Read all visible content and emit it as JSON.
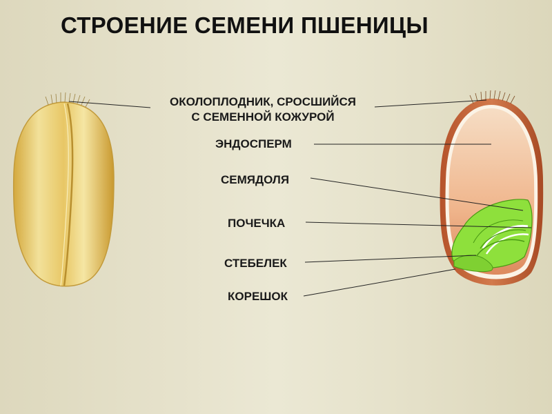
{
  "title": "СТРОЕНИЕ СЕМЕНИ ПШЕНИЦЫ",
  "labels": {
    "pericarp_line1": "ОКОЛОПЛОДНИК, СРОСШИЙСЯ",
    "pericarp_line2": "С СЕМЕННОЙ КОЖУРОЙ",
    "endosperm": "ЭНДОСПЕРМ",
    "cotyledon": "СЕМЯДОЛЯ",
    "bud": "ПОЧЕЧКА",
    "stem": "СТЕБЕЛЕК",
    "root": "КОРЕШОК"
  },
  "colors": {
    "grain_outer": "#d9b24a",
    "grain_light": "#f3e39a",
    "section_shell": "#b85a32",
    "endosperm_fill": "#f0b48a",
    "embryo": "#8fe03a",
    "embryo_dark": "#4a9a14",
    "leader_line": "#222222"
  }
}
